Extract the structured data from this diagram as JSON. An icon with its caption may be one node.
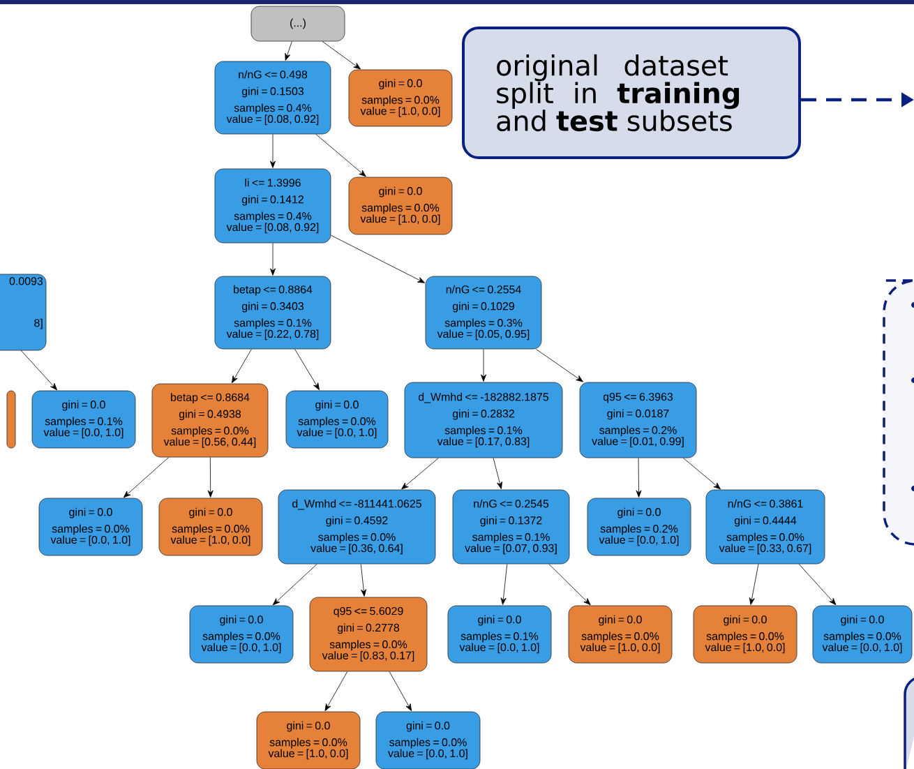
{
  "diagram": {
    "nodes": [
      {
        "text": [
          "(...)"
        ]
      },
      {
        "text": [
          "n/nG <= 0.498",
          "gini = 0.1503",
          "samples = 0.4%",
          "value = [0.08, 0.92]"
        ]
      },
      {
        "text": [
          "gini = 0.0",
          "samples = 0.0%",
          "value = [1.0, 0.0]"
        ]
      },
      {
        "text": [
          "li <= 1.3996",
          "gini = 0.1412",
          "samples = 0.4%",
          "value = [0.08, 0.92]"
        ]
      },
      {
        "text": [
          "gini = 0.0",
          "samples = 0.0%",
          "value = [1.0, 0.0]"
        ]
      },
      {
        "text": [
          "0.0093",
          "8]"
        ]
      },
      {
        "text": [
          "betap <= 0.8864",
          "gini = 0.3403",
          "samples = 0.1%",
          "value = [0.22, 0.78]"
        ]
      },
      {
        "text": [
          "n/nG <= 0.2554",
          "gini = 0.1029",
          "samples = 0.3%",
          "value = [0.05, 0.95]"
        ]
      },
      {
        "text": [],
        "shape": "box"
      },
      {
        "text": [
          "gini = 0.0",
          "samples = 0.1%",
          "value = [0.0, 1.0]"
        ]
      },
      {
        "text": [
          "betap <= 0.8684",
          "gini = 0.4938",
          "samples = 0.0%",
          "value = [0.56, 0.44]"
        ]
      },
      {
        "text": [
          "gini = 0.0",
          "samples = 0.0%",
          "value = [0.0, 1.0]"
        ]
      },
      {
        "text": [
          "d_Wmhd <= -182882.1875",
          "gini = 0.2832",
          "samples = 0.1%",
          "value = [0.17, 0.83]"
        ]
      },
      {
        "text": [
          "q95 <= 6.3963",
          "gini = 0.0187",
          "samples = 0.2%",
          "value = [0.01, 0.99]"
        ]
      },
      {
        "text": [
          "gini = 0.0",
          "samples = 0.0%",
          "value = [0.0, 1.0]"
        ]
      },
      {
        "text": [
          "gini = 0.0",
          "samples = 0.0%",
          "value = [1.0, 0.0]"
        ]
      },
      {
        "text": [
          "d_Wmhd <= -811441.0625",
          "gini = 0.4592",
          "samples = 0.0%",
          "value = [0.36, 0.64]"
        ]
      },
      {
        "text": [
          "n/nG <= 0.2545",
          "gini = 0.1372",
          "samples = 0.1%",
          "value = [0.07, 0.93]"
        ]
      },
      {
        "text": [
          "gini = 0.0",
          "samples = 0.2%",
          "value = [0.0, 1.0]"
        ]
      },
      {
        "text": [
          "n/nG <= 0.3861",
          "gini = 0.4444",
          "samples = 0.0%",
          "value = [0.33, 0.67]"
        ]
      },
      {
        "text": [
          "gini = 0.0",
          "samples = 0.0%",
          "value = [0.0, 1.0]"
        ]
      },
      {
        "text": [
          "q95 <= 5.6029",
          "gini = 0.2778",
          "samples = 0.0%",
          "value = [0.83, 0.17]"
        ]
      },
      {
        "text": [
          "gini = 0.0",
          "samples = 0.1%",
          "value = [0.0, 1.0]"
        ]
      },
      {
        "text": [
          "gini = 0.0",
          "samples = 0.0%",
          "value = [1.0, 0.0]"
        ]
      },
      {
        "text": [
          "gini = 0.0",
          "samples = 0.0%",
          "value = [1.0, 0.0]"
        ]
      },
      {
        "text": [
          "gini = 0.0",
          "samples = 0.0%",
          "value = [0.0, 1.0]"
        ]
      },
      {
        "text": [
          "gini = 0.0",
          "samples = 0.0%",
          "value = [1.0, 0.0]"
        ]
      },
      {
        "text": [
          "gini = 0.0",
          "samples = 0.0%",
          "value = [0.0, 1.0]"
        ]
      },
      {
        "text": [
          "original dataset split in **training** and **test** subsets"
        ]
      }
    ],
    "edges": [
      {
        "from": 0,
        "to": 1,
        "arrow": "to"
      },
      {
        "from": 0,
        "to": 2,
        "arrow": "to"
      },
      {
        "from": 1,
        "to": 3,
        "arrow": "to"
      },
      {
        "from": 1,
        "to": 4,
        "arrow": "to"
      },
      {
        "from": 3,
        "to": 6,
        "arrow": "to"
      },
      {
        "from": 3,
        "to": 7,
        "arrow": "to"
      },
      {
        "from": 5,
        "to": 9,
        "arrow": "to"
      },
      {
        "from": 6,
        "to": 10,
        "arrow": "to"
      },
      {
        "from": 6,
        "to": 11,
        "arrow": "to"
      },
      {
        "from": 7,
        "to": 12,
        "arrow": "to"
      },
      {
        "from": 7,
        "to": 13,
        "arrow": "to"
      },
      {
        "from": 10,
        "to": 14,
        "arrow": "to"
      },
      {
        "from": 10,
        "to": 15,
        "arrow": "to"
      },
      {
        "from": 12,
        "to": 16,
        "arrow": "to"
      },
      {
        "from": 12,
        "to": 17,
        "arrow": "to"
      },
      {
        "from": 13,
        "to": 18,
        "arrow": "to"
      },
      {
        "from": 13,
        "to": 19,
        "arrow": "to"
      },
      {
        "from": 16,
        "to": 20,
        "arrow": "to"
      },
      {
        "from": 16,
        "to": 21,
        "arrow": "to"
      },
      {
        "from": 17,
        "to": 22,
        "arrow": "to"
      },
      {
        "from": 17,
        "to": 23,
        "arrow": "to"
      },
      {
        "from": 19,
        "to": 24,
        "arrow": "to"
      },
      {
        "from": 19,
        "to": 25,
        "arrow": "to"
      },
      {
        "from": 21,
        "to": 26,
        "arrow": "to"
      },
      {
        "from": 21,
        "to": 27,
        "arrow": "to"
      },
      {
        "from": 28,
        "to": null,
        "arrow": "to",
        "style": "dashed",
        "color": "#0a2080"
      }
    ]
  }
}
